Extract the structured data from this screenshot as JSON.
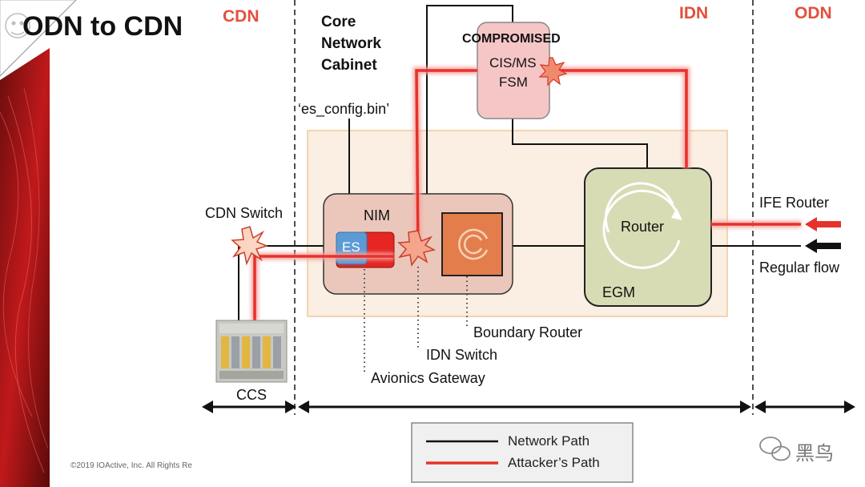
{
  "slide": {
    "title": "ODN to CDN",
    "copyright": "©2019 IOActive, Inc. All Rights Re",
    "brand": "黑鸟"
  },
  "zones": {
    "cdn": "CDN",
    "idn": "IDN",
    "odn": "ODN"
  },
  "cabinet": {
    "title_lines": [
      "Core",
      "Network",
      "Cabinet"
    ]
  },
  "fsm": {
    "status": "COMPROMISED",
    "name_line1": "CIS/MS",
    "name_line2": "FSM"
  },
  "nodes": {
    "nim": "NIM",
    "es": "ES",
    "router": "Router",
    "egm": "EGM",
    "cdn_switch": "CDN Switch",
    "ccs": "CCS",
    "ife_router": "IFE Router",
    "regular_flow": "Regular flow"
  },
  "annotations": {
    "config_file": "‘es_config.bin’",
    "boundary_router": "Boundary Router",
    "idn_switch": "IDN Switch",
    "avionics_gateway": "Avionics Gateway"
  },
  "legend": {
    "network_path": "Network Path",
    "attackers_path": "Attacker’s Path"
  },
  "colors": {
    "attack": "#e5322b",
    "network": "#111111",
    "zone_label": "#e2503c",
    "egm_fill": "#d7dcb4",
    "nim_fill": "#ebc7bb",
    "fsm_fill": "#f6c6c6",
    "cabinet_fill": "#fbeee2"
  }
}
